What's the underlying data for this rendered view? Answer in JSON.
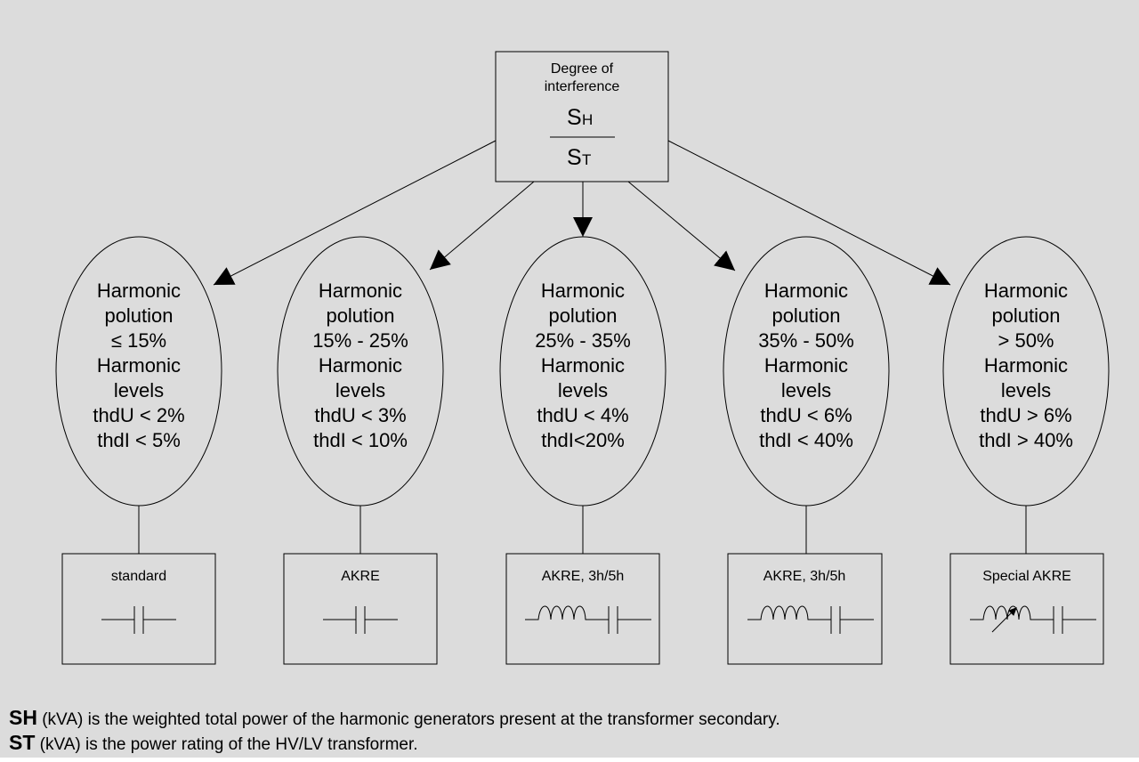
{
  "root": {
    "title_lines": [
      "Degree of",
      "interference"
    ],
    "numerator": {
      "main": "S",
      "sub": "H"
    },
    "denominator": {
      "main": "S",
      "sub": "T"
    }
  },
  "branches": [
    {
      "lines": [
        "Harmonic",
        "polution",
        "≤ 15%",
        "Harmonic",
        "levels",
        "thdU < 2%",
        "thdI < 5%"
      ],
      "box_label": "standard",
      "symbol": "capacitor-icon"
    },
    {
      "lines": [
        "Harmonic",
        "polution",
        "15% - 25%",
        "Harmonic",
        "levels",
        "thdU < 3%",
        "thdI < 10%"
      ],
      "box_label": "AKRE",
      "symbol": "capacitor-icon"
    },
    {
      "lines": [
        "Harmonic",
        "polution",
        "25% - 35%",
        "Harmonic",
        "levels",
        "thdU < 4%",
        "thdI<20%"
      ],
      "box_label": "AKRE, 3h/5h",
      "symbol": "inductor-capacitor-icon"
    },
    {
      "lines": [
        "Harmonic",
        "polution",
        "35% - 50%",
        "Harmonic",
        "levels",
        "thdU < 6%",
        "thdI < 40%"
      ],
      "box_label": "AKRE, 3h/5h",
      "symbol": "inductor-capacitor-icon"
    },
    {
      "lines": [
        "Harmonic",
        "polution",
        "> 50%",
        "Harmonic",
        "levels",
        "thdU > 6%",
        "thdI > 40%"
      ],
      "box_label": "Special AKRE",
      "symbol": "variable-inductor-capacitor-icon"
    }
  ],
  "legend": [
    {
      "term": "SH",
      "text": " (kVA) is the weighted total power of the harmonic generators present at the transformer secondary."
    },
    {
      "term": "ST",
      "text": " (kVA) is the power rating of the HV/LV transformer."
    }
  ]
}
